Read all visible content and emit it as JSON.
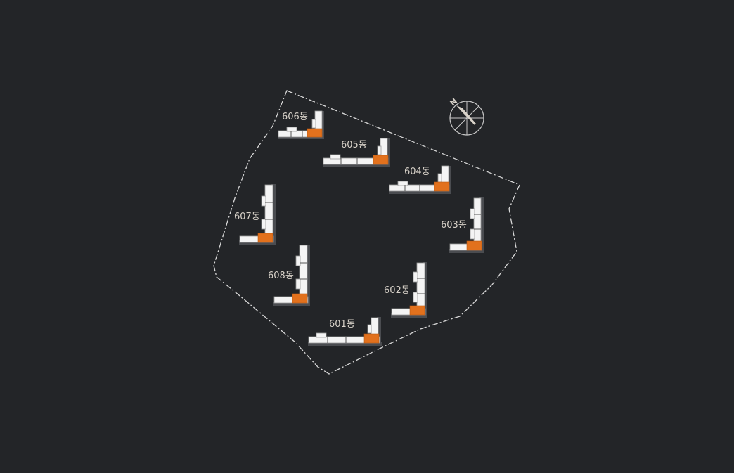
{
  "map": {
    "north_label": "N",
    "highlight_color": "#e2711d",
    "background_color": "#232528",
    "buildings": [
      {
        "label": "606동"
      },
      {
        "label": "605동"
      },
      {
        "label": "604동"
      },
      {
        "label": "603동"
      },
      {
        "label": "607동"
      },
      {
        "label": "608동"
      },
      {
        "label": "602동"
      },
      {
        "label": "601동"
      }
    ]
  }
}
